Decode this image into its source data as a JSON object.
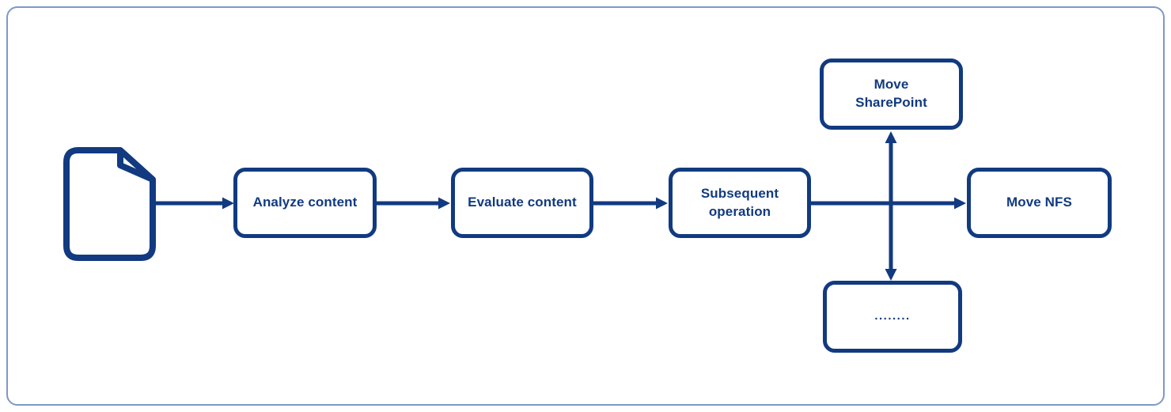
{
  "colors": {
    "primary": "#113A80",
    "frame-border": "#7E99C8",
    "canvas-bg": "#FFFFFF"
  },
  "diagram": {
    "type": "flowchart",
    "nodes": {
      "document": {
        "icon": "document-icon",
        "label": ""
      },
      "analyze": {
        "label": "Analyze content"
      },
      "evaluate": {
        "label": "Evaluate content"
      },
      "subsequent": {
        "label": "Subsequent\noperation"
      },
      "move_sharepoint": {
        "label": "Move\nSharePoint"
      },
      "move_nfs": {
        "label": "Move NFS"
      },
      "other": {
        "label": "........"
      }
    },
    "edges": [
      {
        "from": "document",
        "to": "analyze"
      },
      {
        "from": "analyze",
        "to": "evaluate"
      },
      {
        "from": "evaluate",
        "to": "subsequent"
      },
      {
        "from": "subsequent",
        "to": "move_nfs"
      },
      {
        "from": "subsequent",
        "to": "move_sharepoint"
      },
      {
        "from": "subsequent",
        "to": "other"
      }
    ]
  }
}
